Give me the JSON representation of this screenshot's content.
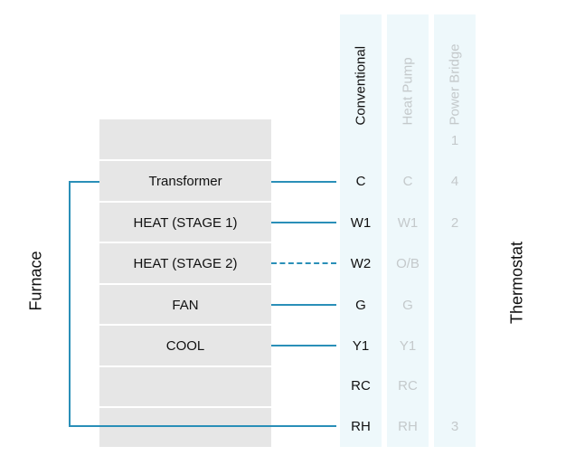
{
  "furnace": {
    "label": "Furnace",
    "rows": [
      "Transformer",
      "HEAT (STAGE 1)",
      "HEAT (STAGE 2)",
      "FAN",
      "COOL"
    ]
  },
  "thermostat": {
    "label": "Thermostat",
    "columns": [
      {
        "header": "Conventional",
        "terminals": [
          "C",
          "W1",
          "W2",
          "G",
          "Y1",
          "RC",
          "RH"
        ]
      },
      {
        "header": "Heat Pump",
        "terminals": [
          "C",
          "W1",
          "O/B",
          "G",
          "Y1",
          "RC",
          "RH"
        ]
      },
      {
        "header": "Power Bridge",
        "terminals": [
          "1",
          "4",
          "2",
          "3"
        ]
      }
    ]
  },
  "colors": {
    "wire": "#2a8fb8",
    "panel": "#e6e6e6",
    "column_bg": "#eef8fb",
    "muted_text": "#c4c9cb"
  }
}
